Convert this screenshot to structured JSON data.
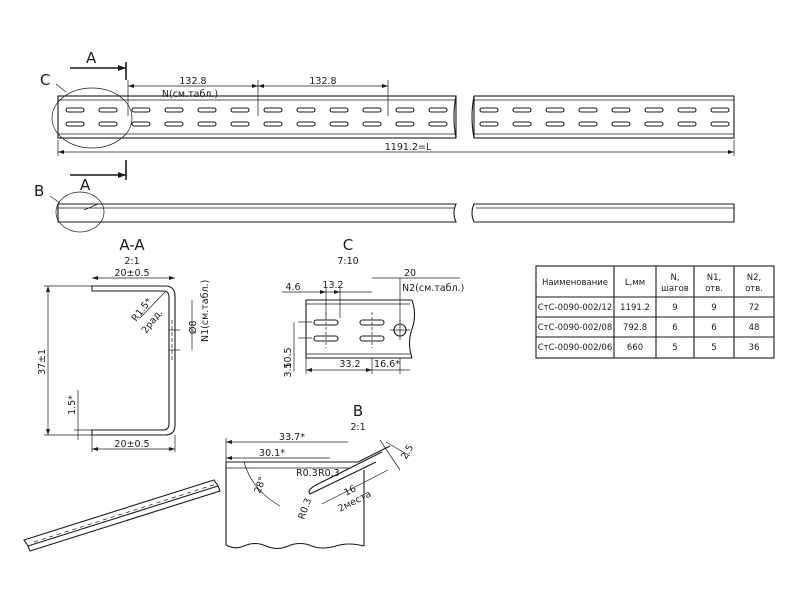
{
  "top_view": {
    "section_mark": "A",
    "detail_mark": "C",
    "dim_pitch_1": "132.8",
    "dim_pitch_2": "132.8",
    "dim_count": "N(см.табл.)",
    "dim_length": "1191.2=L"
  },
  "side_view": {
    "section_mark": "A",
    "detail_mark": "B"
  },
  "section_aa": {
    "title": "A-A",
    "scale": "2:1",
    "dim_top": "20±0.5",
    "dim_bottom": "20±0.5",
    "dim_height": "37±1",
    "dim_thickness": "1.5*",
    "dim_radius": "R1.5*",
    "dim_radius_note": "2рад.",
    "dim_hole": "Ø8",
    "dim_hole_note": "N1(см.табл.)"
  },
  "detail_c": {
    "title": "C",
    "scale": "7:10",
    "dim_20": "20",
    "dim_n2": "N2(см.табл.)",
    "dim_4_6": "4.6",
    "dim_13_2": "13.2",
    "dim_10_5": "10.5",
    "dim_3_5": "3.5",
    "dim_33_2": "33.2",
    "dim_16_6": "16.6*"
  },
  "detail_b": {
    "title": "B",
    "scale": "2:1",
    "dim_33_7": "33.7*",
    "dim_30_1": "30.1*",
    "dim_r03_a": "R0.3",
    "dim_r03_b": "R0.3",
    "dim_r03_c": "R0.3",
    "dim_angle": "28°",
    "dim_16": "16",
    "dim_16_note": "2места",
    "dim_2_5": "2.5"
  },
  "table": {
    "headers": [
      "Наименование",
      "L,мм",
      "N, шагов",
      "N1, отв.",
      "N2, отв."
    ],
    "rows": [
      [
        "СтС-0090-002/12",
        "1191.2",
        "9",
        "9",
        "72"
      ],
      [
        "СтС-0090-002/08",
        "792.8",
        "6",
        "6",
        "48"
      ],
      [
        "СтС-0090-002/06",
        "660",
        "5",
        "5",
        "36"
      ]
    ]
  }
}
